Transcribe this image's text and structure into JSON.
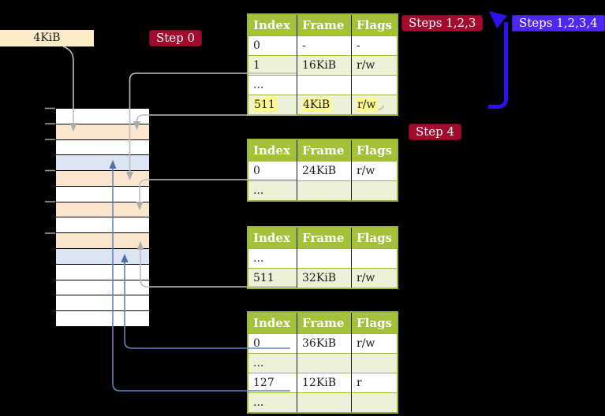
{
  "root_pointer": {
    "label": "4KiB"
  },
  "badges": {
    "step0": "Step 0",
    "steps123": "Steps 1,2,3",
    "steps1234": "Steps 1,2,3,4",
    "step4": "Step 4"
  },
  "table_headers": [
    "Index",
    "Frame",
    "Flags"
  ],
  "tables": [
    {
      "name": "page-table-1",
      "rows": [
        {
          "cells": [
            "0",
            "-",
            "-"
          ],
          "shaded": false,
          "highlight": false
        },
        {
          "cells": [
            "1",
            "16KiB",
            "r/w"
          ],
          "shaded": true,
          "highlight": false
        },
        {
          "cells": [
            "...",
            "",
            ""
          ],
          "shaded": false,
          "highlight": false
        },
        {
          "cells": [
            "511",
            "4KiB",
            "r/w"
          ],
          "shaded": true,
          "highlight": true
        }
      ]
    },
    {
      "name": "page-table-2",
      "rows": [
        {
          "cells": [
            "0",
            "24KiB",
            "r/w"
          ],
          "shaded": false,
          "highlight": false
        },
        {
          "cells": [
            "...",
            "",
            ""
          ],
          "shaded": true,
          "highlight": false
        }
      ]
    },
    {
      "name": "page-table-3",
      "rows": [
        {
          "cells": [
            "...",
            "",
            ""
          ],
          "shaded": false,
          "highlight": false
        },
        {
          "cells": [
            "511",
            "32KiB",
            "r/w"
          ],
          "shaded": true,
          "highlight": false
        }
      ]
    },
    {
      "name": "page-table-4",
      "rows": [
        {
          "cells": [
            "0",
            "36KiB",
            "r/w"
          ],
          "shaded": false,
          "highlight": false
        },
        {
          "cells": [
            "...",
            "",
            ""
          ],
          "shaded": true,
          "highlight": false
        },
        {
          "cells": [
            "127",
            "12KiB",
            "r"
          ],
          "shaded": false,
          "highlight": false
        },
        {
          "cells": [
            "...",
            "",
            ""
          ],
          "shaded": true,
          "highlight": false
        }
      ]
    }
  ],
  "memory_column": {
    "rows": [
      "free",
      "table",
      "free",
      "mapped",
      "table",
      "free",
      "table",
      "free",
      "table",
      "mapped",
      "free",
      "free",
      "free",
      "free"
    ]
  },
  "colors": {
    "header_green": "#a4c139",
    "row_green": "#ecf1d8",
    "highlight_yellow": "#fdf88f",
    "badge_red": "#a30b2e",
    "badge_blue": "#4c27f5",
    "frame_orange": "#fce5cd",
    "frame_blue": "#dbe5f3",
    "root_box_cream": "#fcecc8",
    "arrow_gray": "#bdbdbd",
    "arrow_blue": "#6285c1",
    "loop_arrow_blue": "#2e11ee"
  }
}
